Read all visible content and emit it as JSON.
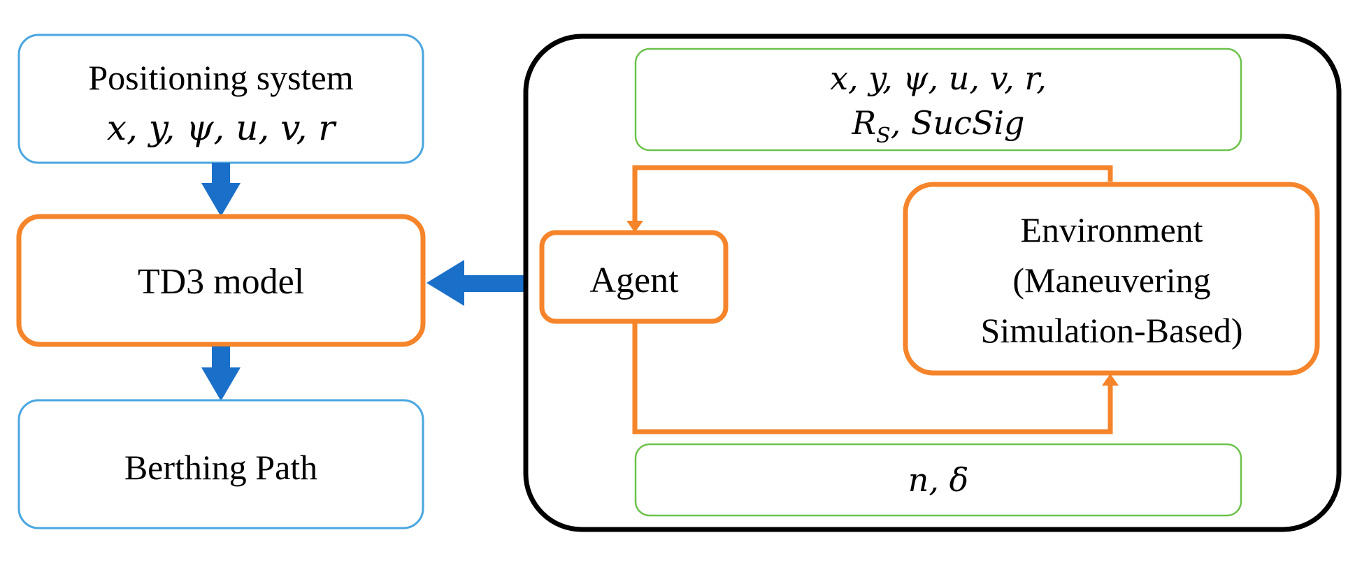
{
  "colors": {
    "blue_border": "#4aa6e0",
    "blue_arrow": "#1a6fc9",
    "orange": "#f5842a",
    "green": "#6cc24a",
    "black": "#000000"
  },
  "left_column": {
    "positioning_box": {
      "title": "Positioning system",
      "variables": "x, y, ψ, u, v, r"
    },
    "td3_box": {
      "label": "TD3 model"
    },
    "berthing_box": {
      "label": "Berthing Path"
    }
  },
  "rl_loop": {
    "state_box": {
      "line1": "x, y, ψ, u, v, r,",
      "line2_main": "R",
      "line2_sub": "S",
      "line2_rest": ", SucSig"
    },
    "agent_box": {
      "label": "Agent"
    },
    "environment_box": {
      "line1": "Environment",
      "line2": "(Maneuvering",
      "line3": "Simulation-Based)"
    },
    "action_box": {
      "label": "n, δ"
    }
  }
}
